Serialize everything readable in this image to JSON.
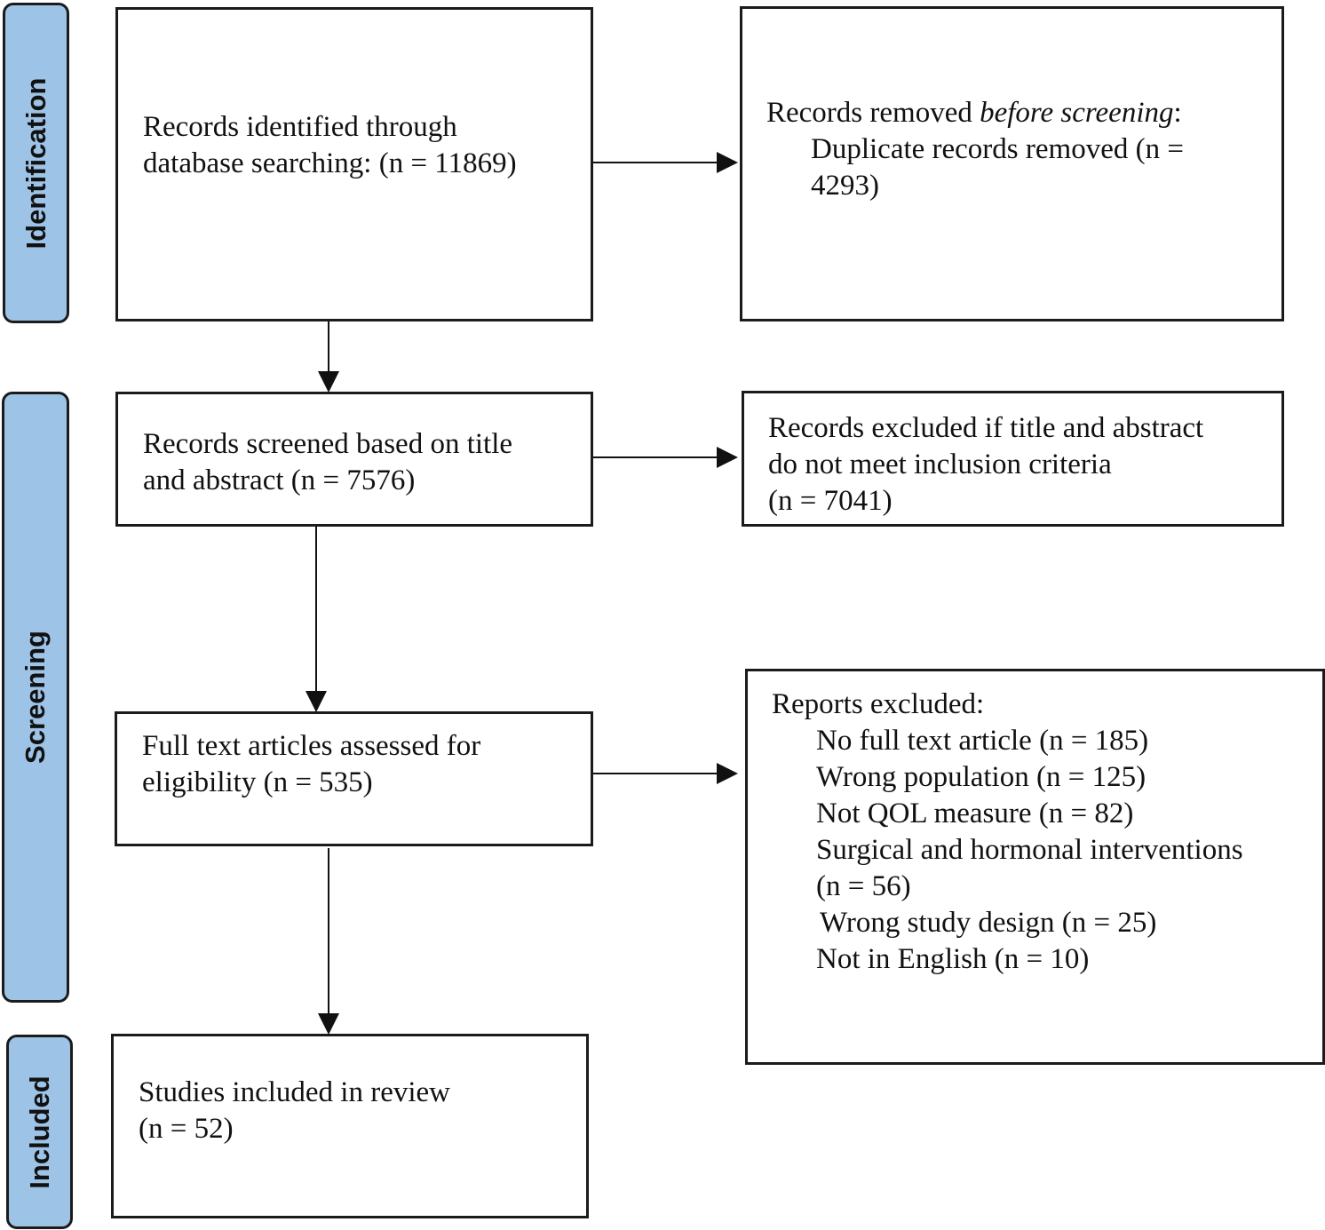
{
  "phases": {
    "identification": "Identification",
    "screening": "Screening",
    "included": "Included"
  },
  "boxes": {
    "identified": {
      "line1": "Records identified through",
      "line2": "database searching: (n = 11869)"
    },
    "removed": {
      "title_pre": "Records removed ",
      "title_italic": "before screening",
      "title_post": ":",
      "line2": "Duplicate records removed  (n =",
      "line3": "4293)"
    },
    "screened": {
      "line1": "Records screened based on title",
      "line2": "and abstract (n = 7576)"
    },
    "excluded_title": {
      "line1": "Records excluded if title and abstract",
      "line2": "do not meet inclusion criteria",
      "line3": "(n = 7041)"
    },
    "fulltext": {
      "line1": "Full text articles assessed for",
      "line2": "eligibility (n = 535)"
    },
    "reports_excluded": {
      "title": "Reports excluded:",
      "items": [
        "No full text article (n = 185)",
        "Wrong population (n = 125)",
        "Not QOL measure (n = 82)",
        "Surgical and hormonal interventions",
        "(n = 56)",
        "Wrong study design (n = 25)",
        "Not in English (n = 10)"
      ]
    },
    "included": {
      "line1": "Studies included in review",
      "line2": "(n = 52)"
    }
  }
}
